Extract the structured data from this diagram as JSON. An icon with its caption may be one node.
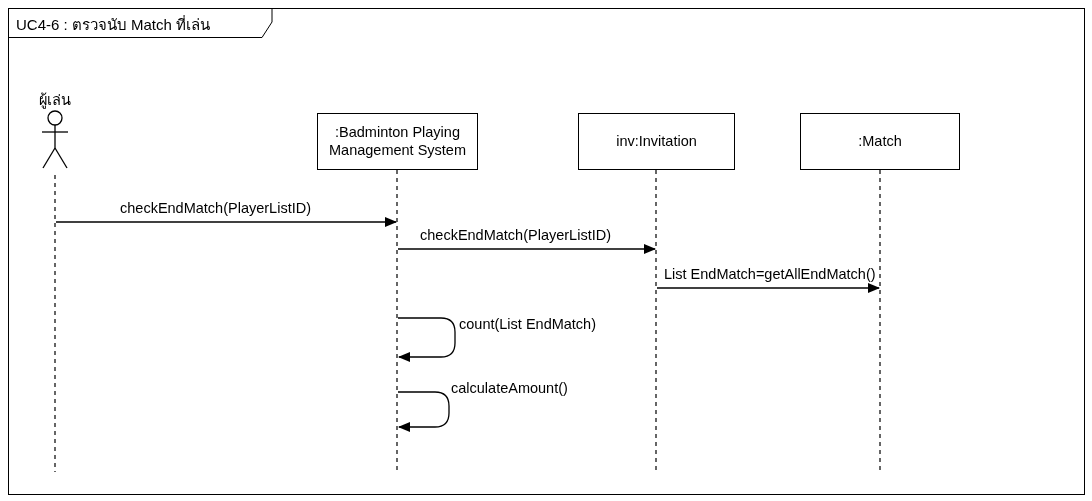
{
  "diagram": {
    "title": "UC4-6 : ตรวจนับ Match ที่เล่น",
    "nodes": [
      {
        "text": [
          "ผู้เล่น"
        ]
      },
      {
        "text": [
          ":Badminton Playing Management System"
        ]
      },
      {
        "text": [
          "inv:Invitation"
        ]
      },
      {
        "text": [
          ":Match"
        ]
      }
    ],
    "edges": [
      {
        "from": 0,
        "to": 1,
        "arrow": "to",
        "label": "checkEndMatch(PlayerListID)"
      },
      {
        "from": 1,
        "to": 2,
        "arrow": "to",
        "label": "checkEndMatch(PlayerListID)"
      },
      {
        "from": 2,
        "to": 3,
        "arrow": "to",
        "label": "List EndMatch=getAllEndMatch()"
      },
      {
        "from": 1,
        "to": 1,
        "arrow": "to",
        "label": "count(List EndMatch)"
      },
      {
        "from": 1,
        "to": 1,
        "arrow": "to",
        "label": "calculateAmount()"
      }
    ]
  }
}
